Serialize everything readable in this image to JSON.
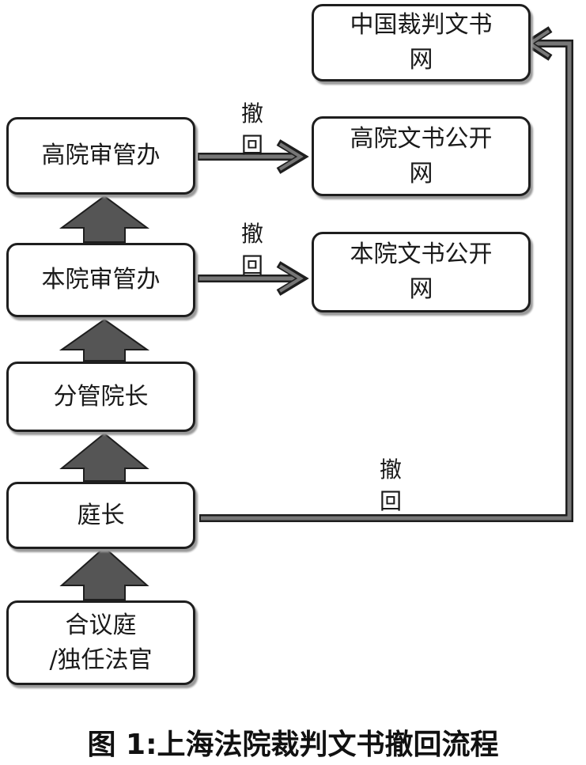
{
  "nodes": {
    "china_judgments": "中国裁判文书\n网",
    "high_court_public": "高院文书公开\n网",
    "this_court_public": "本院文书公开\n网",
    "high_court_office": "高院审管办",
    "this_court_office": "本院审管办",
    "vice_president": "分管院长",
    "chief_judge": "庭长",
    "collegial_panel": "合议庭\n/独任法官"
  },
  "edge_labels": {
    "high_office_to_public": "撤\n回",
    "this_office_to_public": "撤\n回",
    "chief_to_china": "撤\n回"
  },
  "caption": "图 1:上海法院裁判文书撤回流程",
  "colors": {
    "arrow_fill": "#555555",
    "arrow_stroke": "#1e1e1e",
    "box_border": "#1e1e1e"
  }
}
